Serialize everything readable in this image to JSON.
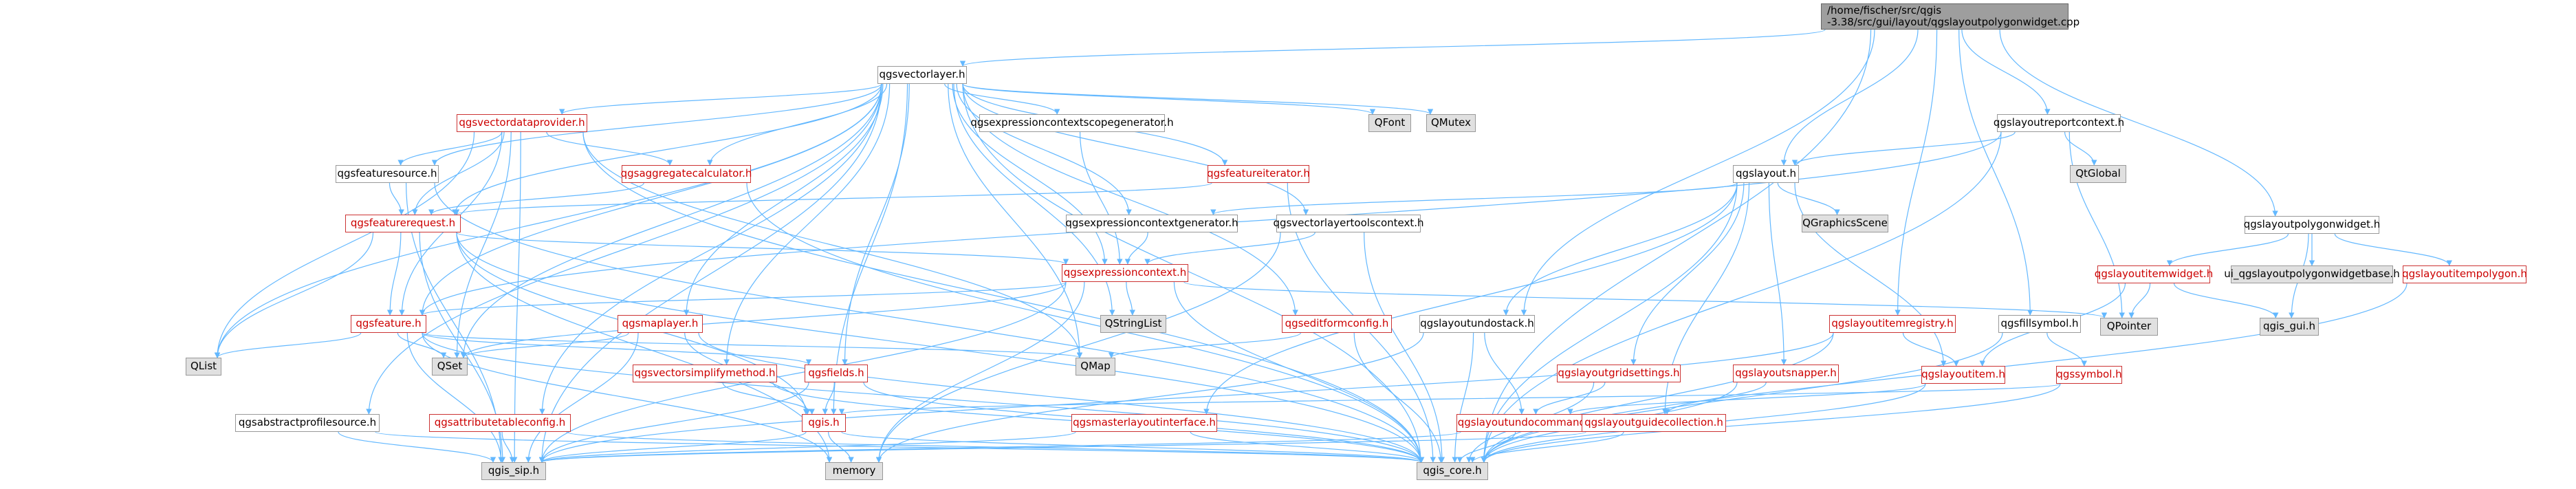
{
  "colors": {
    "edge": "#63b8ff",
    "gray_edge": "#9a9a9a",
    "red": "#cc0000"
  },
  "nodes": [
    {
      "id": "root",
      "lines": [
        "/home/fischer/src/qgis",
        "-3.38/src/gui/layout/qgslayoutpolygonwidget.cpp"
      ],
      "style": "root"
    },
    {
      "id": "qgsvectorlayer",
      "lines": [
        "qgsvectorlayer.h"
      ],
      "style": "plain"
    },
    {
      "id": "qgslayoutreportcontext",
      "lines": [
        "qgslayoutreportcontext.h"
      ],
      "style": "plain"
    },
    {
      "id": "qgsvectordataprovider",
      "lines": [
        "qgsvectordataprovider.h"
      ],
      "style": "red"
    },
    {
      "id": "qgsexpressioncontextscopegenerator",
      "lines": [
        "qgsexpressioncontextscopegenerator.h"
      ],
      "style": "plain"
    },
    {
      "id": "qfont",
      "lines": [
        "QFont"
      ],
      "style": "gray"
    },
    {
      "id": "qmutex",
      "lines": [
        "QMutex"
      ],
      "style": "gray"
    },
    {
      "id": "qtglobal",
      "lines": [
        "QtGlobal"
      ],
      "style": "gray"
    },
    {
      "id": "qgslayout",
      "lines": [
        "qgslayout.h"
      ],
      "style": "plain"
    },
    {
      "id": "qgsfeaturesource",
      "lines": [
        "qgsfeaturesource.h"
      ],
      "style": "plain"
    },
    {
      "id": "qgsaggregatecalculator",
      "lines": [
        "qgsaggregatecalculator.h"
      ],
      "style": "red"
    },
    {
      "id": "qgsfeatureiterator",
      "lines": [
        "qgsfeatureiterator.h"
      ],
      "style": "red"
    },
    {
      "id": "qgsfeaturerequest",
      "lines": [
        "qgsfeaturerequest.h"
      ],
      "style": "red"
    },
    {
      "id": "qgsexpressioncontextgenerator",
      "lines": [
        "qgsexpressioncontextgenerator.h"
      ],
      "style": "plain"
    },
    {
      "id": "qgsvectorlayertoolscontext",
      "lines": [
        "qgsvectorlayertoolscontext.h"
      ],
      "style": "plain"
    },
    {
      "id": "qgraphicsscene",
      "lines": [
        "QGraphicsScene"
      ],
      "style": "gray"
    },
    {
      "id": "qgslayoutpolygonwidget",
      "lines": [
        "qgslayoutpolygonwidget.h"
      ],
      "style": "plain"
    },
    {
      "id": "qgsexpressioncontext",
      "lines": [
        "qgsexpressioncontext.h"
      ],
      "style": "red"
    },
    {
      "id": "qgslayoutitemwidget",
      "lines": [
        "qgslayoutitemwidget.h"
      ],
      "style": "red"
    },
    {
      "id": "ui_qgslayoutpolygonwidgetbase",
      "lines": [
        "ui_qgslayoutpolygonwidgetbase.h"
      ],
      "style": "gray"
    },
    {
      "id": "qgslayoutitempolygon",
      "lines": [
        "qgslayoutitempolygon.h"
      ],
      "style": "red"
    },
    {
      "id": "qstringlist",
      "lines": [
        "QStringList"
      ],
      "style": "gray"
    },
    {
      "id": "qpointer",
      "lines": [
        "QPointer"
      ],
      "style": "gray"
    },
    {
      "id": "qgis_gui",
      "lines": [
        "qgis_gui.h"
      ],
      "style": "gray"
    },
    {
      "id": "qgsfeature",
      "lines": [
        "qgsfeature.h"
      ],
      "style": "red"
    },
    {
      "id": "qgsmaplayer",
      "lines": [
        "qgsmaplayer.h"
      ],
      "style": "red"
    },
    {
      "id": "qgseditformconfig",
      "lines": [
        "qgseditformconfig.h"
      ],
      "style": "red"
    },
    {
      "id": "qgslayoutundostack",
      "lines": [
        "qgslayoutundostack.h"
      ],
      "style": "plain"
    },
    {
      "id": "qgslayoutitemregistry",
      "lines": [
        "qgslayoutitemregistry.h"
      ],
      "style": "red"
    },
    {
      "id": "qgsfillsymbol",
      "lines": [
        "qgsfillsymbol.h"
      ],
      "style": "plain"
    },
    {
      "id": "qlist",
      "lines": [
        "QList"
      ],
      "style": "gray"
    },
    {
      "id": "qset",
      "lines": [
        "QSet"
      ],
      "style": "gray"
    },
    {
      "id": "qmap",
      "lines": [
        "QMap"
      ],
      "style": "gray"
    },
    {
      "id": "qgsvectorsimplifymethod",
      "lines": [
        "qgsvectorsimplifymethod.h"
      ],
      "style": "red"
    },
    {
      "id": "qgsfields",
      "lines": [
        "qgsfields.h"
      ],
      "style": "red"
    },
    {
      "id": "qgslayoutgridsettings",
      "lines": [
        "qgslayoutgridsettings.h"
      ],
      "style": "red"
    },
    {
      "id": "qgslayoutsnapper",
      "lines": [
        "qgslayoutsnapper.h"
      ],
      "style": "red"
    },
    {
      "id": "qgslayoutitem",
      "lines": [
        "qgslayoutitem.h"
      ],
      "style": "red"
    },
    {
      "id": "qgssymbol",
      "lines": [
        "qgssymbol.h"
      ],
      "style": "red"
    },
    {
      "id": "qgsabstractprofilesource",
      "lines": [
        "qgsabstractprofilesource.h"
      ],
      "style": "plain"
    },
    {
      "id": "qgsattributetableconfig",
      "lines": [
        "qgsattributetableconfig.h"
      ],
      "style": "red"
    },
    {
      "id": "qgis",
      "lines": [
        "qgis.h"
      ],
      "style": "red"
    },
    {
      "id": "qgsmasterlayoutinterface",
      "lines": [
        "qgsmasterlayoutinterface.h"
      ],
      "style": "red"
    },
    {
      "id": "qgslayoutundocommand",
      "lines": [
        "qgslayoutundocommand.h"
      ],
      "style": "red"
    },
    {
      "id": "qgslayoutguidecollection",
      "lines": [
        "qgslayoutguidecollection.h"
      ],
      "style": "red"
    },
    {
      "id": "qgis_sip",
      "lines": [
        "qgis_sip.h"
      ],
      "style": "gray"
    },
    {
      "id": "memory",
      "lines": [
        "memory"
      ],
      "style": "gray"
    },
    {
      "id": "qgis_core",
      "lines": [
        "qgis_core.h"
      ],
      "style": "gray"
    }
  ]
}
